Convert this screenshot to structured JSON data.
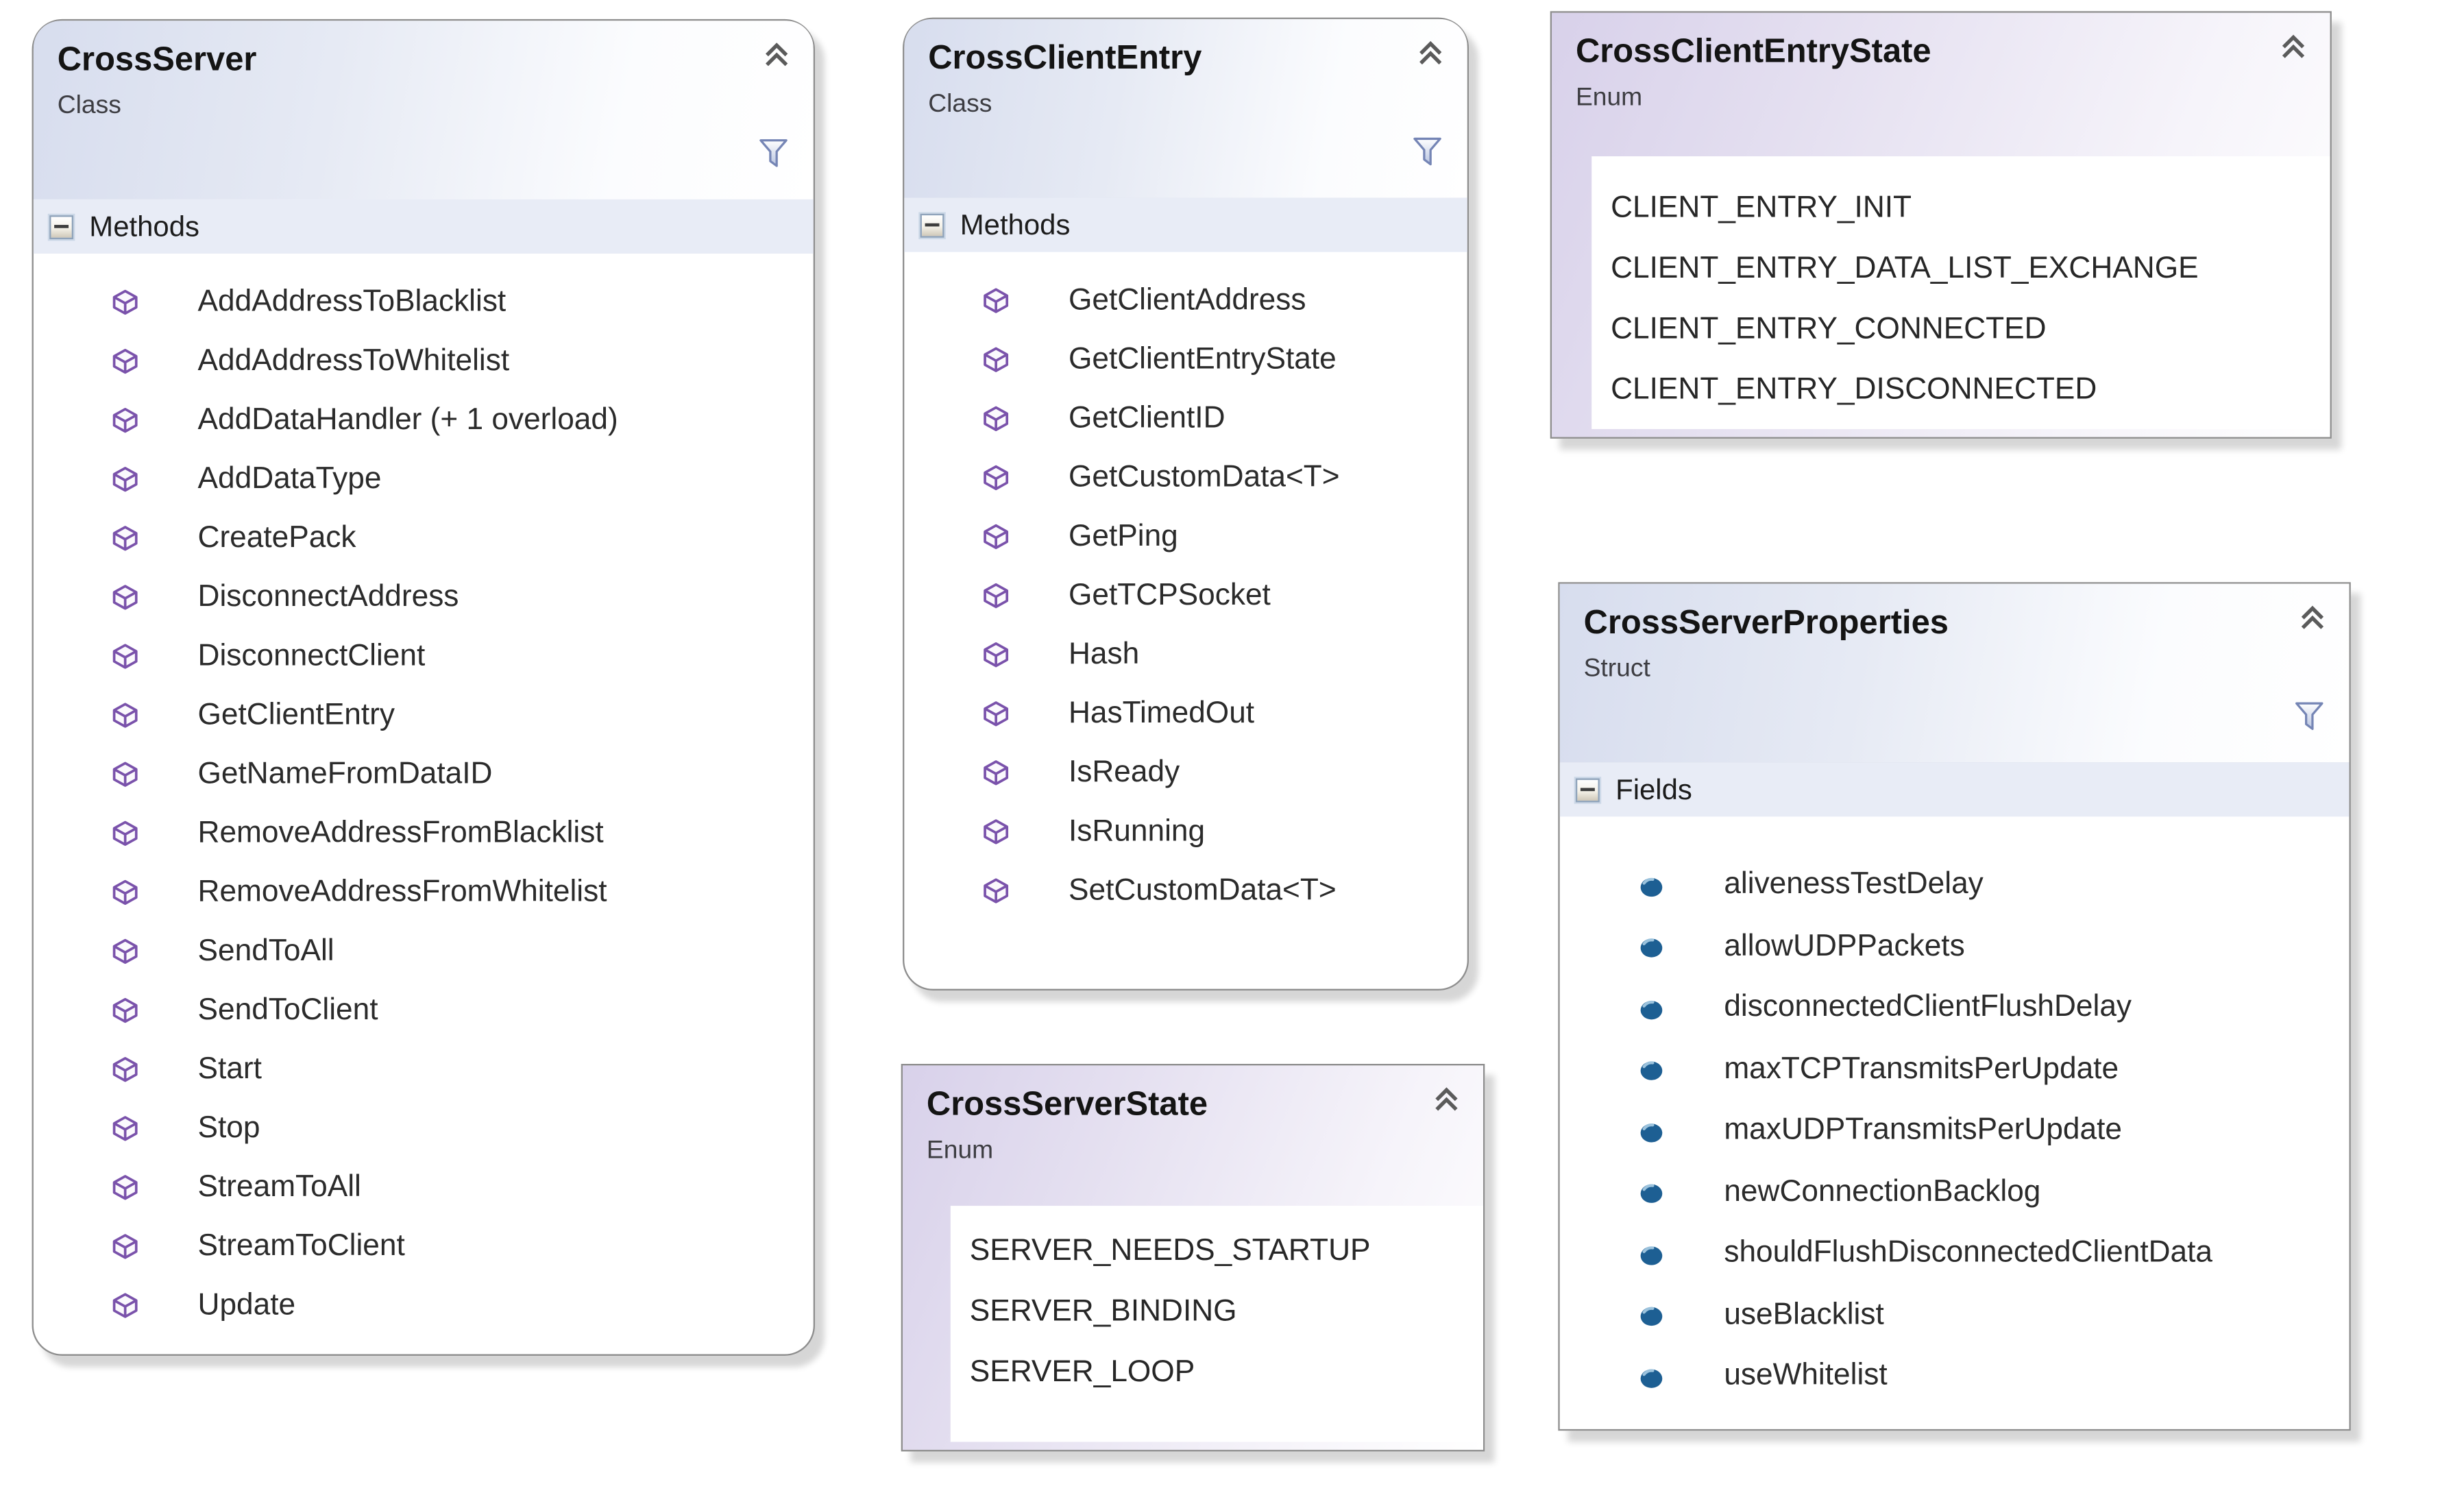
{
  "diagram_kind": "class-diagram",
  "colors": {
    "class_header_tint": "#d7ddee",
    "enum_header_tint": "#d8d1ea",
    "section_band": "#e8ecf6",
    "box_border": "#8e8e8e",
    "method_icon_purple": "#7a52ab",
    "field_icon_blue": "#1d5f93",
    "member_text": "#2b2b2b"
  },
  "icons": {
    "collapse": "double-chevron-up-icon",
    "filter": "funnel-filter-icon",
    "section_expander": "minus-box-expander-icon",
    "method": "purple-cube-method-icon",
    "field": "blue-block-field-icon"
  },
  "boxes": {
    "crossServer": {
      "title": "CrossServer",
      "kind": "Class",
      "section_label": "Methods",
      "members": [
        "AddAddressToBlacklist",
        "AddAddressToWhitelist",
        "AddDataHandler (+ 1 overload)",
        "AddDataType",
        "CreatePack",
        "DisconnectAddress",
        "DisconnectClient",
        "GetClientEntry",
        "GetNameFromDataID",
        "RemoveAddressFromBlacklist",
        "RemoveAddressFromWhitelist",
        "SendToAll",
        "SendToClient",
        "Start",
        "Stop",
        "StreamToAll",
        "StreamToClient",
        "Update"
      ]
    },
    "crossClientEntry": {
      "title": "CrossClientEntry",
      "kind": "Class",
      "section_label": "Methods",
      "members": [
        "GetClientAddress",
        "GetClientEntryState",
        "GetClientID",
        "GetCustomData<T>",
        "GetPing",
        "GetTCPSocket",
        "Hash",
        "HasTimedOut",
        "IsReady",
        "IsRunning",
        "SetCustomData<T>"
      ]
    },
    "crossClientEntryState": {
      "title": "CrossClientEntryState",
      "kind": "Enum",
      "values": [
        "CLIENT_ENTRY_INIT",
        "CLIENT_ENTRY_DATA_LIST_EXCHANGE",
        "CLIENT_ENTRY_CONNECTED",
        "CLIENT_ENTRY_DISCONNECTED"
      ]
    },
    "crossServerState": {
      "title": "CrossServerState",
      "kind": "Enum",
      "values": [
        "SERVER_NEEDS_STARTUP",
        "SERVER_BINDING",
        "SERVER_LOOP"
      ]
    },
    "crossServerProperties": {
      "title": "CrossServerProperties",
      "kind": "Struct",
      "section_label": "Fields",
      "members": [
        "alivenessTestDelay",
        "allowUDPPackets",
        "disconnectedClientFlushDelay",
        "maxTCPTransmitsPerUpdate",
        "maxUDPTransmitsPerUpdate",
        "newConnectionBacklog",
        "shouldFlushDisconnectedClientData",
        "useBlacklist",
        "useWhitelist"
      ]
    }
  }
}
